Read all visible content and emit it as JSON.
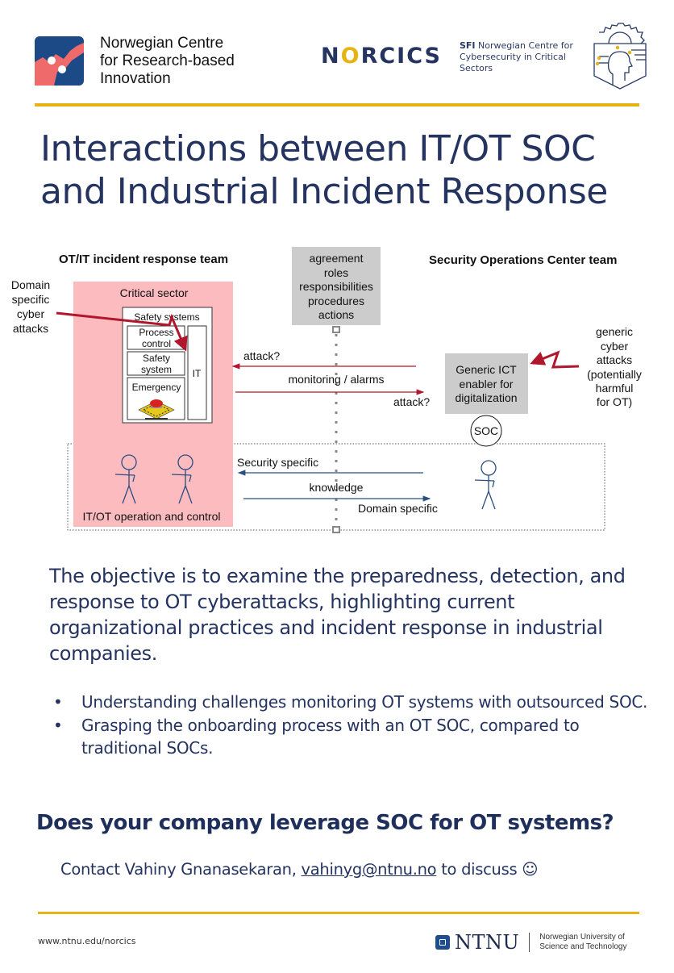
{
  "header": {
    "centre_logo_text": [
      "Norwegian Centre",
      "for Research-based",
      "Innovation"
    ],
    "norcics_wordmark": {
      "pre": "N",
      "dot": "O",
      "post": "RCICS"
    },
    "sfi_prefix": "SFI",
    "sfi_text_line1": " Norwegian Centre for",
    "sfi_text_line2": "Cybersecurity in Critical",
    "sfi_text_line3": "Sectors",
    "shield_icon": "gear-head-shield-icon"
  },
  "title": {
    "line1": "Interactions between IT/OT SOC",
    "line2": "and Industrial Incident Response"
  },
  "diagram": {
    "left_team_heading": "OT/IT incident response team",
    "right_team_heading": "Security Operations Center team",
    "domain_attacks": [
      "Domain",
      "specific",
      "cyber",
      "attacks"
    ],
    "critical_sector": "Critical sector",
    "safety_systems": "Safety systems",
    "process_control": [
      "Process",
      "control"
    ],
    "safety_system": [
      "Safety",
      "system"
    ],
    "emergency": "Emergency",
    "it": "IT",
    "agreement_box": [
      "agreement",
      "roles",
      "responsibilities",
      "procedures",
      "actions"
    ],
    "attack_left": "attack?",
    "monitoring": "monitoring / alarms",
    "attack_right": "attack?",
    "generic_ict": [
      "Generic ICT",
      "enabler for",
      "digitalization"
    ],
    "generic_attacks": [
      "generic",
      "cyber",
      "attacks",
      "(potentially",
      "harmful",
      "for OT)"
    ],
    "soc": "SOC",
    "security_specific": "Security specific",
    "knowledge": "knowledge",
    "domain_specific": "Domain specific",
    "operation_control": "IT/OT operation and control",
    "colors": {
      "pink": "#fcbcbf",
      "red_arrow": "#b0162c",
      "blue_arrow": "#2b4e80",
      "gray_box": "#cccccc"
    }
  },
  "objective": "The objective is to examine the preparedness, detection, and response to OT cyberattacks, highlighting current organizational practices and incident response in industrial companies.",
  "bullets": [
    "Understanding challenges monitoring OT systems with outsourced SOC.",
    "Grasping the onboarding process with an OT SOC, compared to traditional SOCs."
  ],
  "bullet_symbol": "•",
  "question": "Does your company leverage SOC for OT systems?",
  "contact": {
    "prefix": "Contact Vahiny Gnanasekaran, ",
    "email": "vahinyg@ntnu.no",
    "suffix": " to discuss ☺"
  },
  "footer": {
    "url": "www.ntnu.edu/norcics",
    "ntnu": "NTNU",
    "ntnu_sub_line1": "Norwegian University of",
    "ntnu_sub_line2": "Science and Technology"
  },
  "accent_color": "#e6b312",
  "text_color": "#24335f"
}
